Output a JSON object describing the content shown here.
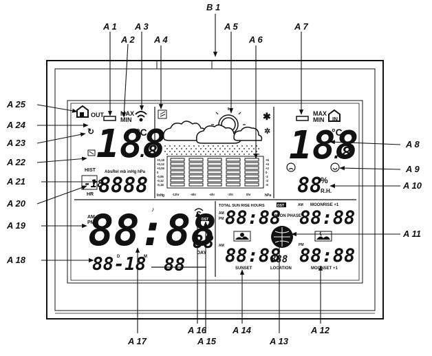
{
  "callouts": {
    "b1": "B 1",
    "a1": "A 1",
    "a2": "A 2",
    "a3": "A 3",
    "a4": "A 4",
    "a5": "A 5",
    "a6": "A 6",
    "a7": "A 7",
    "a8": "A 8",
    "a9": "A 9",
    "a10": "A 10",
    "a11": "A 11",
    "a12": "A 12",
    "a13": "A 13",
    "a14": "A 14",
    "a15": "A 15",
    "a16": "A 16",
    "a17": "A 17",
    "a18": "A 18",
    "a19": "A 19",
    "a20": "A 20",
    "a21": "A 21",
    "a22": "A 22",
    "a23": "A 23",
    "a24": "A 24",
    "a25": "A 25"
  },
  "display": {
    "out": "OUT",
    "max": "MAX",
    "min": "MIN",
    "deg_c": "°C",
    "outdoor_temp": "188",
    "outdoor_temp_dec": ".8",
    "indoor_temp": "188",
    "indoor_temp_dec": ".8",
    "hist": "HIST",
    "hist_value": "-18",
    "hr": "HR",
    "pressure_units": "AbsRel mb inHg hPa",
    "pressure_value": "8888",
    "humidity": "88",
    "percent": "%",
    "rh": "R.H.",
    "inhg_left": [
      "+0,18",
      "+0,12",
      "+0,06",
      "0",
      "-0,06",
      "-0,12",
      "-0,18"
    ],
    "hpa_right": [
      "+6",
      "+4",
      "+2",
      "0",
      "-2",
      "-4",
      "-6"
    ],
    "inhg_unit": "InHg",
    "hpa_unit": "hPa",
    "hours": [
      "-12hr",
      "-8hr",
      "-4hr",
      "-2hr",
      "0hr"
    ],
    "am": "AM",
    "pm": "PM",
    "time": "88:88",
    "seconds": "88",
    "day_label": "DAY",
    "date": "88-18",
    "date_d": "D",
    "date_m": "M",
    "weekday": "88",
    "dst": "DST",
    "total_sun": "TOTAL SUN RISE HOURS",
    "sunrise_value": "88:88",
    "moonrise": "MOONRISE +1",
    "moonrise_value": "88:88",
    "moon_phase": "MOON PHASE",
    "sunset": "SUNSET",
    "sunset_value": "88:88",
    "location": "LOCATION",
    "location_value": "888",
    "moonset": "MOONSET +1",
    "moonset_value": "88:88"
  }
}
